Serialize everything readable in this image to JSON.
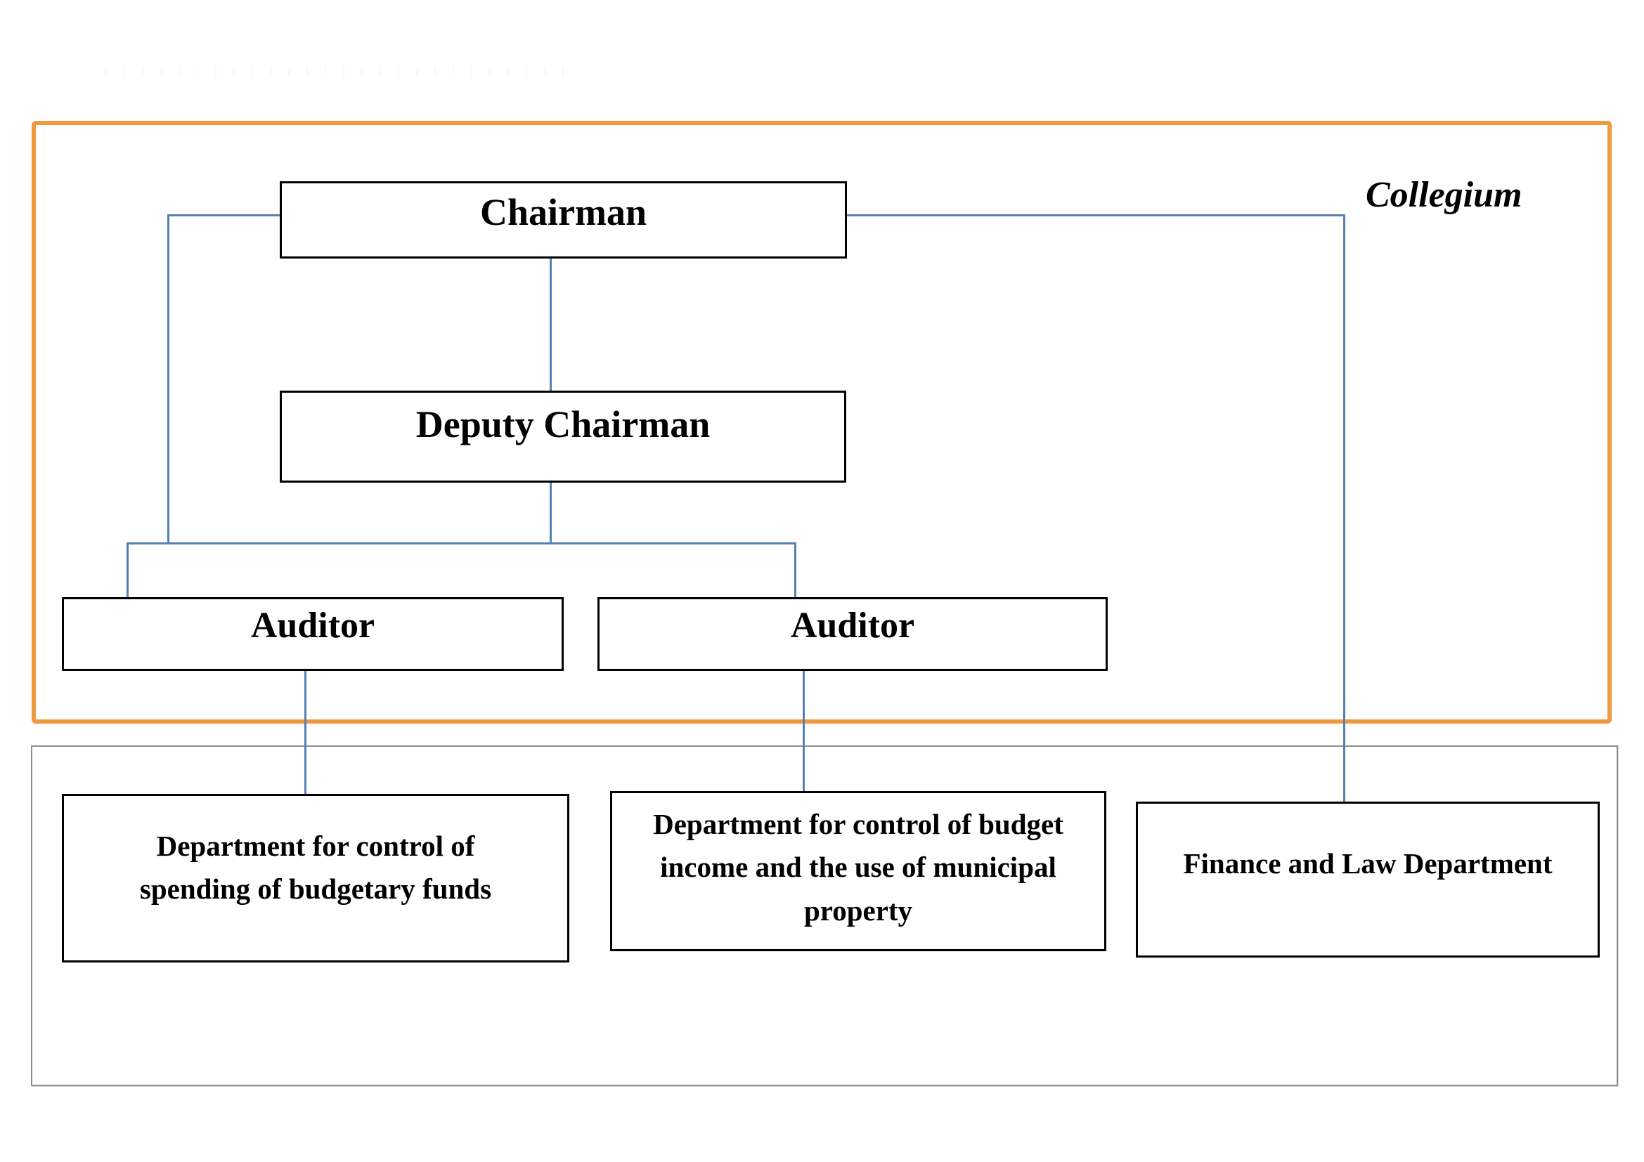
{
  "diagram": {
    "collegium": {
      "label": "Collegium"
    },
    "nodes": {
      "chairman": {
        "label": "Chairman"
      },
      "deputy_chairman": {
        "label": "Deputy Chairman"
      },
      "auditor_left": {
        "label": "Auditor"
      },
      "auditor_right": {
        "label": "Auditor"
      },
      "dept_spending": {
        "lines": [
          "Department for control of",
          "spending of budgetary funds"
        ]
      },
      "dept_budget_income": {
        "lines": [
          "Department for control of budget",
          "income and the use of municipal",
          "property"
        ]
      },
      "dept_finance_law": {
        "label": "Finance and Law Department"
      }
    },
    "edges": [
      {
        "from": "chairman",
        "to": "deputy_chairman"
      },
      {
        "from": "chairman",
        "to": "auditors_bracket"
      },
      {
        "from": "deputy_chairman",
        "to": "auditors_bracket"
      },
      {
        "from": "auditors_bracket",
        "to": "auditor_left"
      },
      {
        "from": "auditors_bracket",
        "to": "auditor_right"
      },
      {
        "from": "chairman",
        "to": "dept_finance_law"
      },
      {
        "from": "auditor_left",
        "to": "dept_spending"
      },
      {
        "from": "auditor_right",
        "to": "dept_budget_income"
      }
    ],
    "colors": {
      "collegium_border": "#EE9A40",
      "connector_line": "#567FB4",
      "container_border": "#8E8E8E",
      "node_border": "#000000",
      "text": "#000000",
      "background": "#FFFFFF"
    }
  }
}
